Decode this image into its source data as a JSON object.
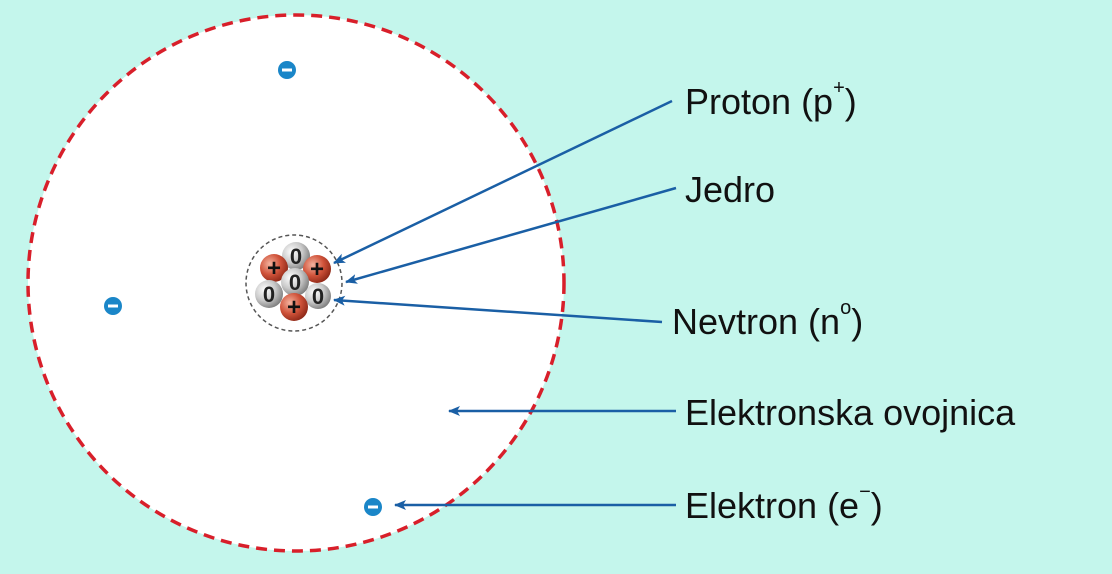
{
  "labels": {
    "proton": {
      "text": "Proton (p",
      "sup": "+",
      "close": ")"
    },
    "nucleus": {
      "text": "Jedro"
    },
    "neutron": {
      "text": "Nevtron (n",
      "sup": "o",
      "close": ")"
    },
    "shell": {
      "text": "Elektronska ovojnica"
    },
    "electron": {
      "text": "Elektron (e",
      "sup": "−",
      "close": ")"
    }
  },
  "symbols": {
    "proton": "+",
    "neutron": "0",
    "electron": "−"
  },
  "colors": {
    "background": "#c4f6ec",
    "shell_fill": "#ffffff",
    "shell_border": "#d81f2a",
    "arrow": "#1a5fa5",
    "electron": "#1a86c8",
    "proton": "#c8412a",
    "neutron": "#b8b8b8"
  }
}
